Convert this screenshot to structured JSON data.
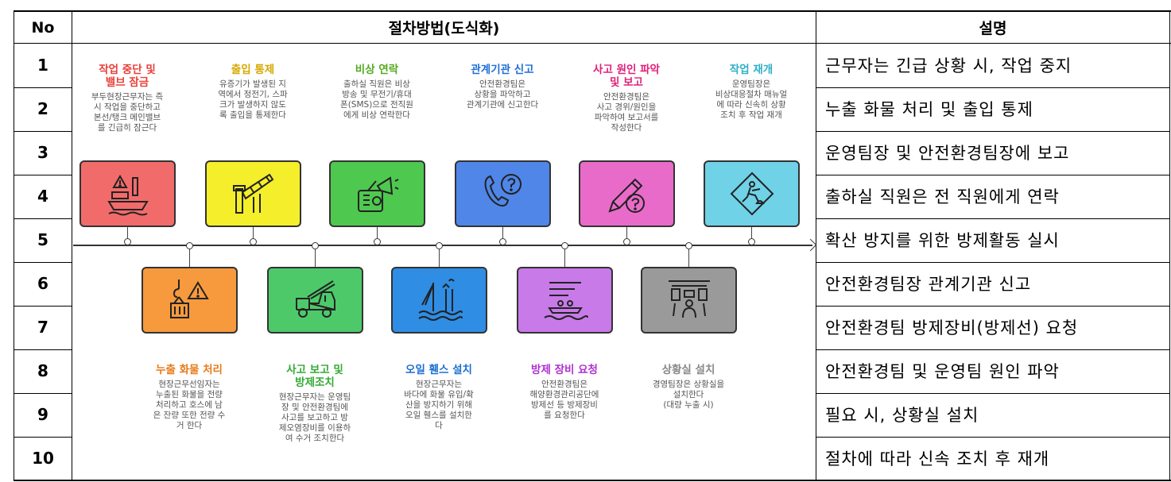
{
  "header": {
    "no": "No",
    "procedure": "절차방법(도식화)",
    "description": "설명"
  },
  "rows": [
    {
      "no": "1",
      "desc": "근무자는 긴급 상황 시, 작업 중지"
    },
    {
      "no": "2",
      "desc": "누출 화물 처리 및 출입 통제"
    },
    {
      "no": "3",
      "desc": "운영팀장 및 안전환경팀장에 보고"
    },
    {
      "no": "4",
      "desc": "출하실 직원은 전 직원에게 연락"
    },
    {
      "no": "5",
      "desc": "확산 방지를 위한 방제활동 실시"
    },
    {
      "no": "6",
      "desc": "안전환경팀장 관계기관 신고"
    },
    {
      "no": "7",
      "desc": "안전환경팀 방제장비(방제선) 요청"
    },
    {
      "no": "8",
      "desc": "안전환경팀 및 운영팀 원인 파악"
    },
    {
      "no": "9",
      "desc": "필요 시, 상황실 설치"
    },
    {
      "no": "10",
      "desc": "절차에 따라 신속 조치 후 재개"
    }
  ],
  "top_steps": [
    {
      "title1": "작업 중단 및",
      "title2": "밸브 잠금",
      "color": "#e8403b",
      "box": "#f26b6b",
      "icon": "warning-tanker-icon",
      "l1": "부두현장근무자는 즉",
      "l2": "시 작업을 중단하고",
      "l3": "본선/탱크 메인밸브",
      "l4": "를 긴급히 잠근다",
      "l5": ""
    },
    {
      "title1": "출입 통제",
      "title2": "",
      "color": "#d6a800",
      "box": "#f4ef2a",
      "icon": "barrier-gate-icon",
      "l1": "유증기가 발생된 지",
      "l2": "역에서 정전기, 스파",
      "l3": "크가 발생하지 않도",
      "l4": "록 출입을 통제한다",
      "l5": ""
    },
    {
      "title1": "비상 연락",
      "title2": "",
      "color": "#55aa22",
      "box": "#4fc84f",
      "icon": "megaphone-radio-icon",
      "l1": "출하실 직원은 비상",
      "l2": "방송 및 무전기/휴대",
      "l3": "폰(SMS)으로 전직원",
      "l4": "에게 비상 연락한다",
      "l5": ""
    },
    {
      "title1": "관계기관 신고",
      "title2": "",
      "color": "#1f6fd6",
      "box": "#4f86e8",
      "icon": "phone-report-icon",
      "l1": "안전환경팀은",
      "l2": "상황을 파악하고",
      "l3": "관계기관에 신고한다",
      "l4": "",
      "l5": ""
    },
    {
      "title1": "사고 원인 파악",
      "title2": "및 보고",
      "color": "#e0207a",
      "box": "#e96bc9",
      "icon": "pen-question-icon",
      "l1": "안전환경팀은",
      "l2": "사고 경위/원인을",
      "l3": "파악하여 보고서를",
      "l4": "작성한다",
      "l5": ""
    },
    {
      "title1": "작업 재개",
      "title2": "",
      "color": "#2fb0c9",
      "box": "#6fd2e6",
      "icon": "worker-sign-icon",
      "l1": "운영팀장은",
      "l2": "비상대응절차 매뉴얼",
      "l3": "에 따라 신속히 상황",
      "l4": "조치 후 작업 재개",
      "l5": ""
    }
  ],
  "bottom_steps": [
    {
      "title1": "누출 화물 처리",
      "title2": "",
      "color": "#e87a1a",
      "box": "#f79a3d",
      "icon": "crane-warning-icon",
      "l1": "현장근무선임자는",
      "l2": "누출된 화물을 전량",
      "l3": "처리하고 호스에 남",
      "l4": "은 잔량 또한 전량 수",
      "l5": "거 한다"
    },
    {
      "title1": "사고 보고 및",
      "title2": "방제조치",
      "color": "#33aa33",
      "box": "#4dc96a",
      "icon": "fire-truck-icon",
      "l1": "현장근무자는 운영팀",
      "l2": "장 및 안전환경팀에",
      "l3": "사고를 보고하고 방",
      "l4": "제오염장비를 이용하",
      "l5": "여 수거 조치한다"
    },
    {
      "title1": "오일 휀스 설치",
      "title2": "",
      "color": "#1a6fd0",
      "box": "#2f8de4",
      "icon": "oil-fence-icon",
      "l1": "현장근무자는",
      "l2": "바다에 화물 유입/확",
      "l3": "산을 방지하기 위해",
      "l4": "오일 휀스를 설치한",
      "l5": "다"
    },
    {
      "title1": "방제 장비 요청",
      "title2": "",
      "color": "#b030d0",
      "box": "#c87ae8",
      "icon": "boat-wave-icon",
      "l1": "안전환경팀은",
      "l2": "해양환경관리공단에",
      "l3": "방제선 등 방제장비",
      "l4": "를 요청한다",
      "l5": ""
    },
    {
      "title1": "상황실 설치",
      "title2": "",
      "color": "#888888",
      "box": "#9a9a9a",
      "icon": "control-room-icon",
      "l1": "경영팀장은 상황실을",
      "l2": "설치한다",
      "l3": "(대량 누출 시)",
      "l4": "",
      "l5": ""
    }
  ]
}
